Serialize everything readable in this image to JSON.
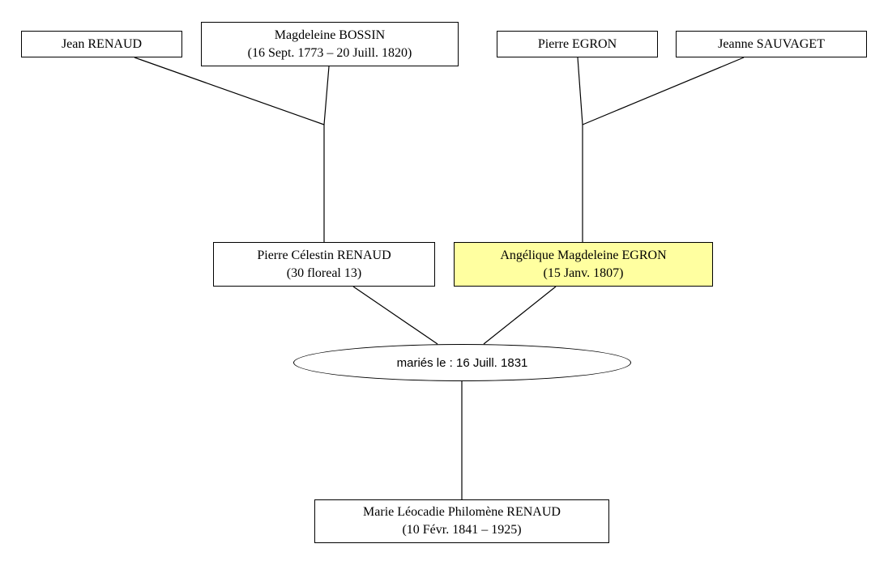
{
  "tree": {
    "grandparents_paternal": {
      "father": {
        "name": "Jean RENAUD",
        "dates": ""
      },
      "mother": {
        "name": "Magdeleine BOSSIN",
        "dates": "(16 Sept. 1773 – 20 Juill. 1820)"
      }
    },
    "grandparents_maternal": {
      "father": {
        "name": "Pierre EGRON",
        "dates": ""
      },
      "mother": {
        "name": "Jeanne SAUVAGET",
        "dates": ""
      }
    },
    "father": {
      "name": "Pierre Célestin RENAUD",
      "dates": "(30 floreal 13)"
    },
    "mother": {
      "name": "Angélique Magdeleine EGRON",
      "dates": "(15 Janv. 1807)",
      "highlight_color": "#ffffa0"
    },
    "marriage": {
      "label": "mariés le : 16 Juill. 1831"
    },
    "child": {
      "name": "Marie Léocadie Philomène RENAUD",
      "dates": "(10 Févr. 1841 – 1925)"
    }
  }
}
